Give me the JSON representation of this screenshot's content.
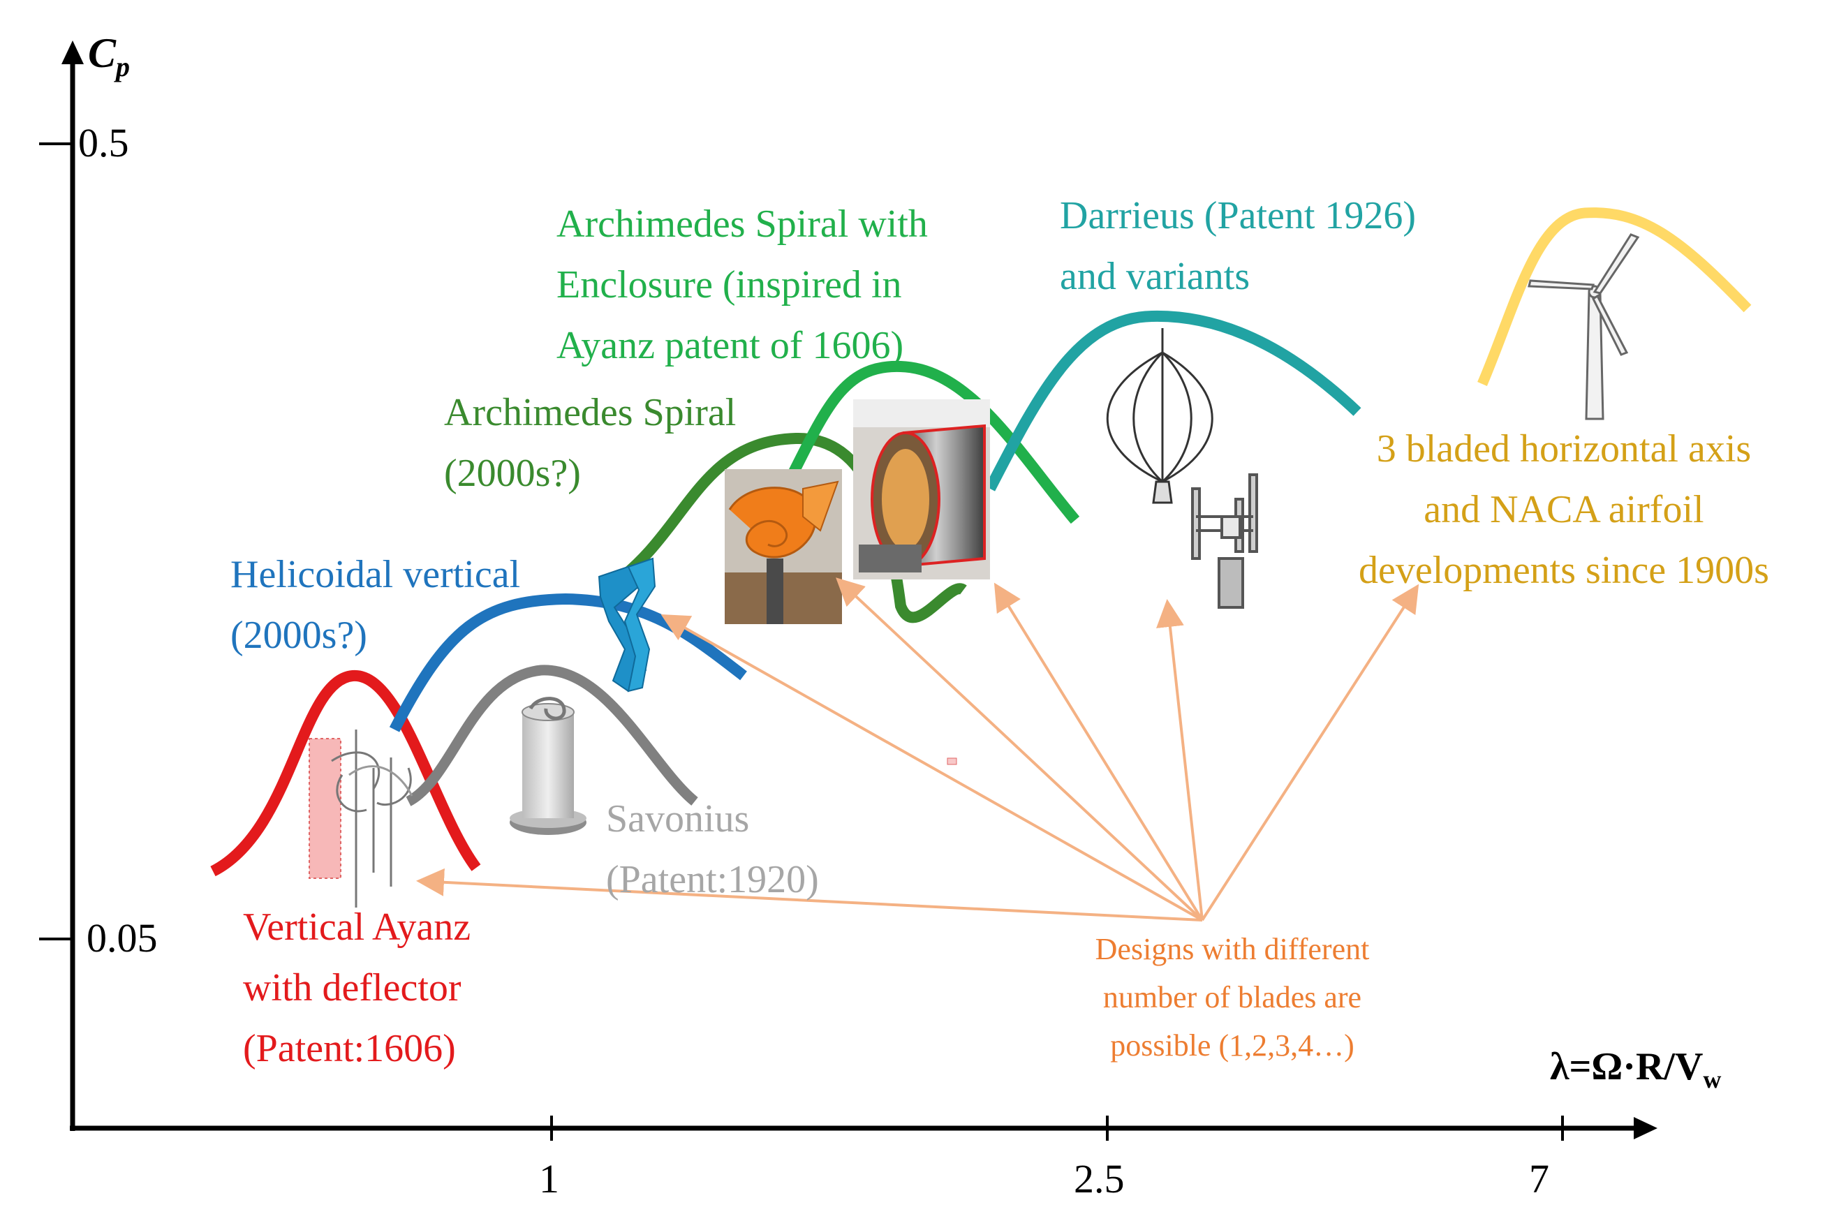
{
  "axes": {
    "y_title": "C",
    "y_title_sub": "p",
    "x_title": "λ=Ω·R/V",
    "x_title_sub": "w",
    "y_ticks": [
      "0.5",
      "0.05"
    ],
    "x_ticks": [
      "1",
      "2.5",
      "7"
    ]
  },
  "designs": {
    "ayanz": {
      "lines": [
        "Vertical Ayanz",
        "with deflector",
        "(Patent:1606)"
      ],
      "color": "#e31a1c"
    },
    "savonius": {
      "lines": [
        "Savonius",
        "(Patent:1920)"
      ],
      "color": "#a6a6a6"
    },
    "helicoidal": {
      "lines": [
        "Helicoidal vertical",
        "(2000s?)"
      ],
      "color": "#1f74bd"
    },
    "archimedes": {
      "lines": [
        "Archimedes Spiral",
        "(2000s?)"
      ],
      "color": "#3a8a2e"
    },
    "archimedes_enclosure": {
      "lines": [
        "Archimedes Spiral with",
        "Enclosure (inspired in",
        "Ayanz patent of 1606)"
      ],
      "color": "#21b04b"
    },
    "darrieus": {
      "lines": [
        "Darrieus (Patent 1926)",
        "and variants"
      ],
      "color": "#21a3a3"
    },
    "horizontal": {
      "lines": [
        "3 bladed horizontal axis",
        "and NACA airfoil",
        "developments since 1900s"
      ],
      "color": "#d4a017"
    }
  },
  "note": {
    "lines": [
      "Designs with different",
      "number of blades are",
      "possible (1,2,3,4…)"
    ],
    "color": "#ed7d31"
  },
  "icons": [
    "ayanz-turbine-icon",
    "savonius-turbine-icon",
    "helicoidal-turbine-icon",
    "archimedes-spiral-photo-icon",
    "archimedes-enclosure-photo-icon",
    "darrieus-turbine-icon",
    "h-rotor-turbine-icon",
    "horizontal-axis-turbine-icon"
  ]
}
